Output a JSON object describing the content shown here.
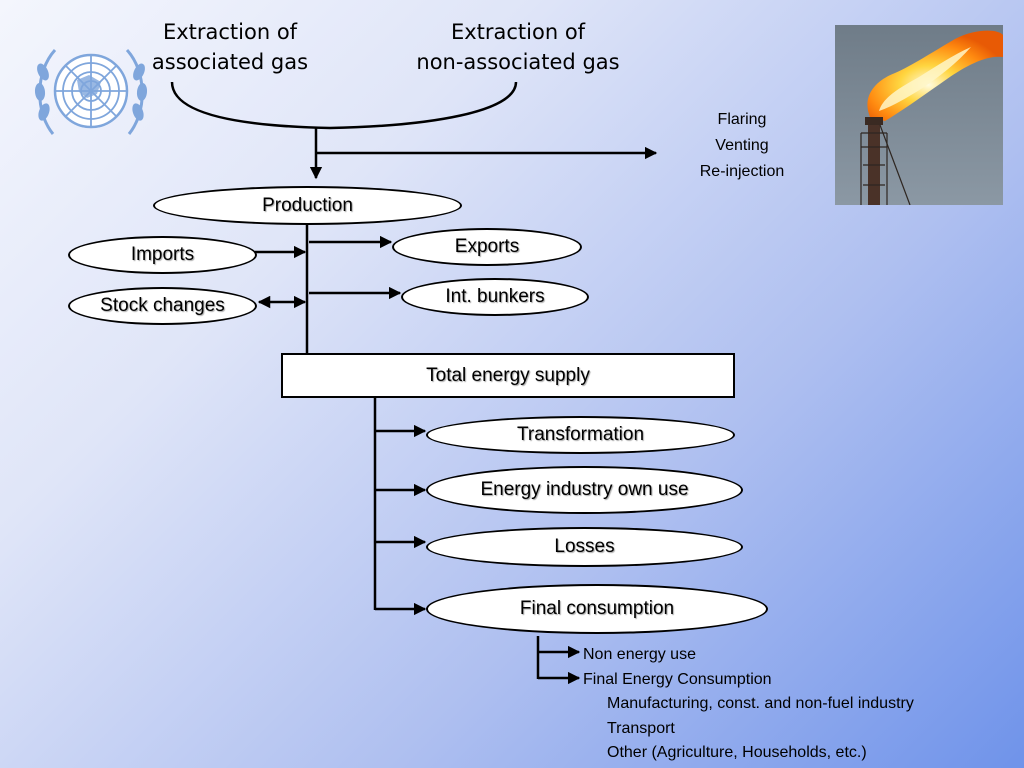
{
  "sources": {
    "associated": [
      "Extraction of",
      "associated gas"
    ],
    "non_associated": [
      "Extraction of",
      "non-associated gas"
    ]
  },
  "side_outputs": [
    "Flaring",
    "Venting",
    "Re-injection"
  ],
  "nodes": {
    "production": "Production",
    "imports": "Imports",
    "exports": "Exports",
    "stock_changes": "Stock changes",
    "int_bunkers": "Int. bunkers",
    "total_energy_supply": "Total energy supply",
    "transformation": "Transformation",
    "energy_industry_own_use": "Energy industry own use",
    "losses": "Losses",
    "final_consumption": "Final consumption"
  },
  "final_breakdown": {
    "non_energy_use": "Non energy use",
    "final_energy_consumption": "Final Energy Consumption",
    "sectors": [
      "Manufacturing, const. and non-fuel industry",
      "Transport",
      "Other (Agriculture, Households, etc.)"
    ]
  },
  "icons": {
    "logo": "un-emblem-icon",
    "photo": "gas-flare-photo"
  },
  "colors": {
    "background_start": "#f4f6fd",
    "background_end": "#6f93ea",
    "line": "#000000"
  }
}
